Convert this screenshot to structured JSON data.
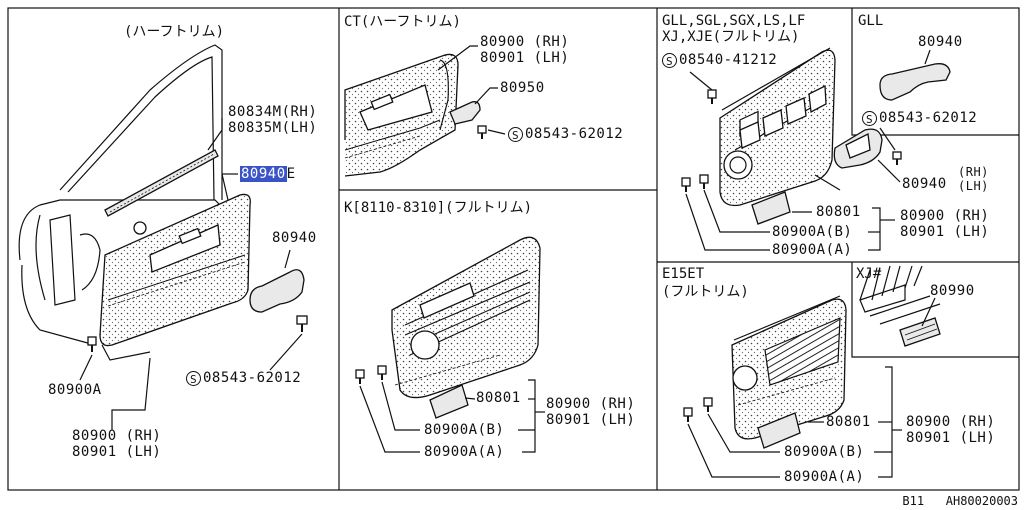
{
  "panels": {
    "left": {
      "title": "(ハーフトリム)"
    },
    "ct": {
      "title": "CT(ハーフトリム)"
    },
    "k": {
      "title": "K[8110-8310](フルトリム)"
    },
    "gll_group": {
      "title_line1": "GLL,SGL,SGX,LS,LF",
      "title_line2": "XJ,XJE(フルトリム)"
    },
    "gll": {
      "title": "GLL"
    },
    "e15et": {
      "title_line1": "E15ET",
      "title_line2": "(フルトリム)"
    },
    "xj": {
      "title": "XJ#"
    }
  },
  "labels": {
    "left_80834": "80834M(RH)",
    "left_80835": "80835M(LH)",
    "left_80940e_num": "80940",
    "left_80940e_suffix": "E",
    "left_80940": "80940",
    "left_screw": "08543-62012",
    "left_80900a": "80900A",
    "left_80900": "80900 (RH)",
    "left_80901": "80901 (LH)",
    "ct_80900": "80900 (RH)",
    "ct_80901": "80901 (LH)",
    "ct_80950": "80950",
    "ct_screw": "08543-62012",
    "k_80801": "80801",
    "k_80900": "80900 (RH)",
    "k_80901": "80901 (LH)",
    "k_80900ab": "80900A(B)",
    "k_80900aa": "80900A(A)",
    "g_screw1": "08540-41212",
    "g_80801": "80801",
    "g_80900": "80900 (RH)",
    "g_80901": "80901 (LH)",
    "g_80900ab": "80900A(B)",
    "g_80900aa": "80900A(A)",
    "gll_80940": "80940",
    "gll_screw": "08543-62012",
    "gll_80940rh": "80940",
    "gll_rh": "(RH)",
    "gll_lh": "(LH)",
    "e_80801": "80801",
    "e_80900": "80900 (RH)",
    "e_80901": "80901 (LH)",
    "e_80900ab": "80900A(B)",
    "e_80900aa": "80900A(A)",
    "xj_80990": "80990"
  },
  "footer": {
    "code": "B11   AH80020003"
  }
}
